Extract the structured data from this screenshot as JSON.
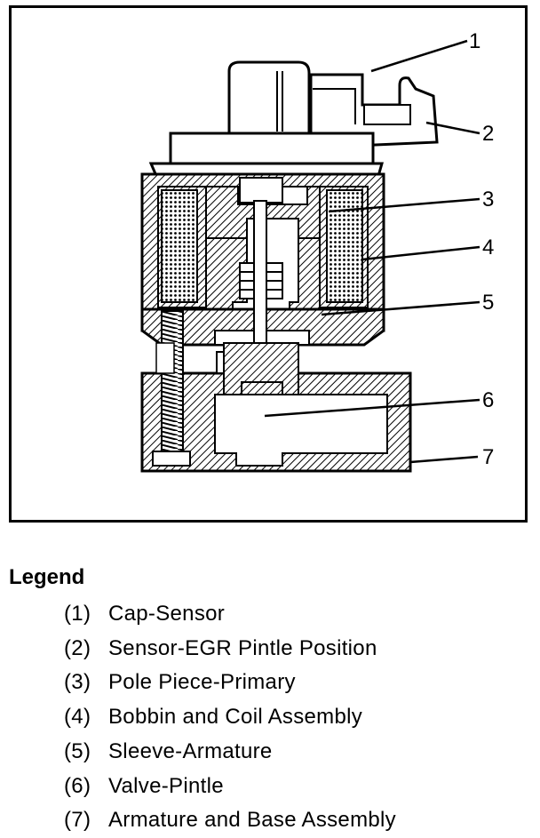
{
  "diagram": {
    "callouts": [
      "1",
      "2",
      "3",
      "4",
      "5",
      "6",
      "7"
    ]
  },
  "legend": {
    "title": "Legend",
    "items": [
      {
        "num": "(1)",
        "label": "Cap-Sensor"
      },
      {
        "num": "(2)",
        "label": "Sensor-EGR Pintle Position"
      },
      {
        "num": "(3)",
        "label": "Pole Piece-Primary"
      },
      {
        "num": "(4)",
        "label": "Bobbin and Coil Assembly"
      },
      {
        "num": "(5)",
        "label": "Sleeve-Armature"
      },
      {
        "num": "(6)",
        "label": "Valve-Pintle"
      },
      {
        "num": "(7)",
        "label": "Armature and Base Assembly"
      }
    ]
  }
}
